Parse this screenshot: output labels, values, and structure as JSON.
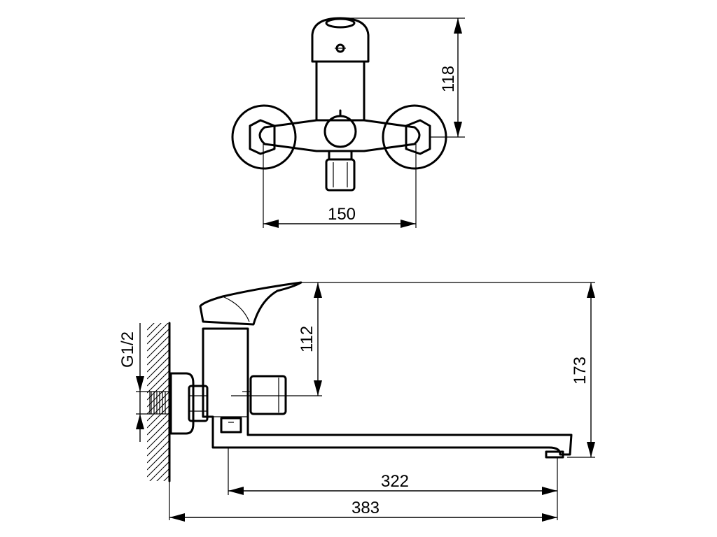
{
  "front_view": {
    "width_dim": "150",
    "height_dim": "118"
  },
  "side_view": {
    "thread_label": "G1/2",
    "body_height_dim": "112",
    "total_height_dim": "173",
    "spout_length_dim": "322",
    "total_length_dim": "383"
  },
  "colors": {
    "line": "#000000",
    "background": "#ffffff"
  }
}
